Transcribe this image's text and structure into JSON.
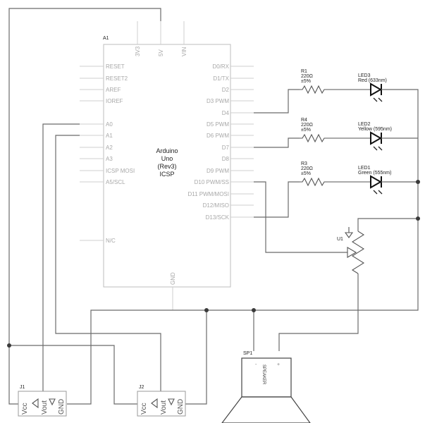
{
  "arduino": {
    "ref": "A1",
    "title_lines": [
      "Arduino",
      "Uno",
      "(Rev3)",
      "ICSP"
    ],
    "top_pins": [
      "3V3",
      "5V",
      "VIN"
    ],
    "left_pins": [
      "RESET",
      "RESET2",
      "AREF",
      "IOREF",
      "A0",
      "A1",
      "A2",
      "A3",
      "ICSP MOSI",
      "A5/SCL",
      "N/C"
    ],
    "right_pins": [
      "D0/RX",
      "D1/TX",
      "D2",
      "D3 PWM",
      "D4",
      "D5 PWM",
      "D6 PWM",
      "D7",
      "D8",
      "D9 PWM",
      "D10 PWM/SS",
      "D11 PWM/MOSI",
      "D12/MISO",
      "D13/SCK"
    ],
    "bottom_pin": "GND"
  },
  "resistors": [
    {
      "ref": "R1",
      "value": "220Ω",
      "tolerance": "±5%"
    },
    {
      "ref": "R4",
      "value": "220Ω",
      "tolerance": "±5%"
    },
    {
      "ref": "R3",
      "value": "220Ω",
      "tolerance": "±5%"
    }
  ],
  "leds": [
    {
      "ref": "LED3",
      "desc": "Red (633nm)"
    },
    {
      "ref": "LED2",
      "desc": "Yellow (595nm)"
    },
    {
      "ref": "LED1",
      "desc": "Green (555nm)"
    }
  ],
  "potentiometer": {
    "ref": "U1"
  },
  "speaker": {
    "ref": "SP1",
    "label": "SPEAKER",
    "minus": "-",
    "plus": "+"
  },
  "sensors": [
    {
      "ref": "J1",
      "pins": [
        "Vcc",
        "Vout",
        "GND"
      ]
    },
    {
      "ref": "J2",
      "pins": [
        "Vcc",
        "Vout",
        "GND"
      ]
    }
  ]
}
